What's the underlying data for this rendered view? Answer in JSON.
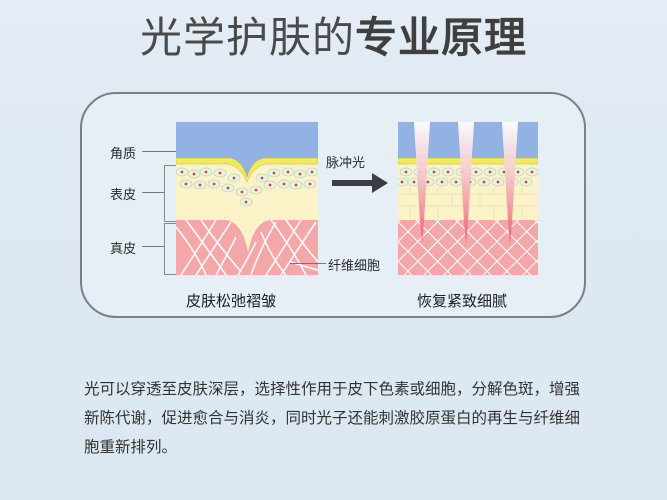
{
  "title": {
    "light": "光学护肤的",
    "bold": "专业原理"
  },
  "diagram": {
    "layer_labels": [
      "角质",
      "表皮",
      "真皮"
    ],
    "arrow_label": "脉冲光",
    "fiber_label": "纤维细胞",
    "before_caption": "皮肤松弛褶皱",
    "after_caption": "恢复紧致细腻",
    "colors": {
      "stratum_corneum": "#93b2e4",
      "granular_line": "#f1ea5a",
      "epidermis": "#fbf2c8",
      "dermis": "#f4a7a9",
      "fiber": "#ffffff",
      "cell_nucleus": "#d8424a",
      "arrow": "#3a3d42",
      "card_border": "#7b7f86"
    }
  },
  "description": "光可以穿透至皮肤深层，选择性作用于皮下色素或细胞，分解色斑，增强新陈代谢，促进愈合与消炎，同时光子还能刺激胶原蛋白的再生与纤维细胞重新排列。"
}
